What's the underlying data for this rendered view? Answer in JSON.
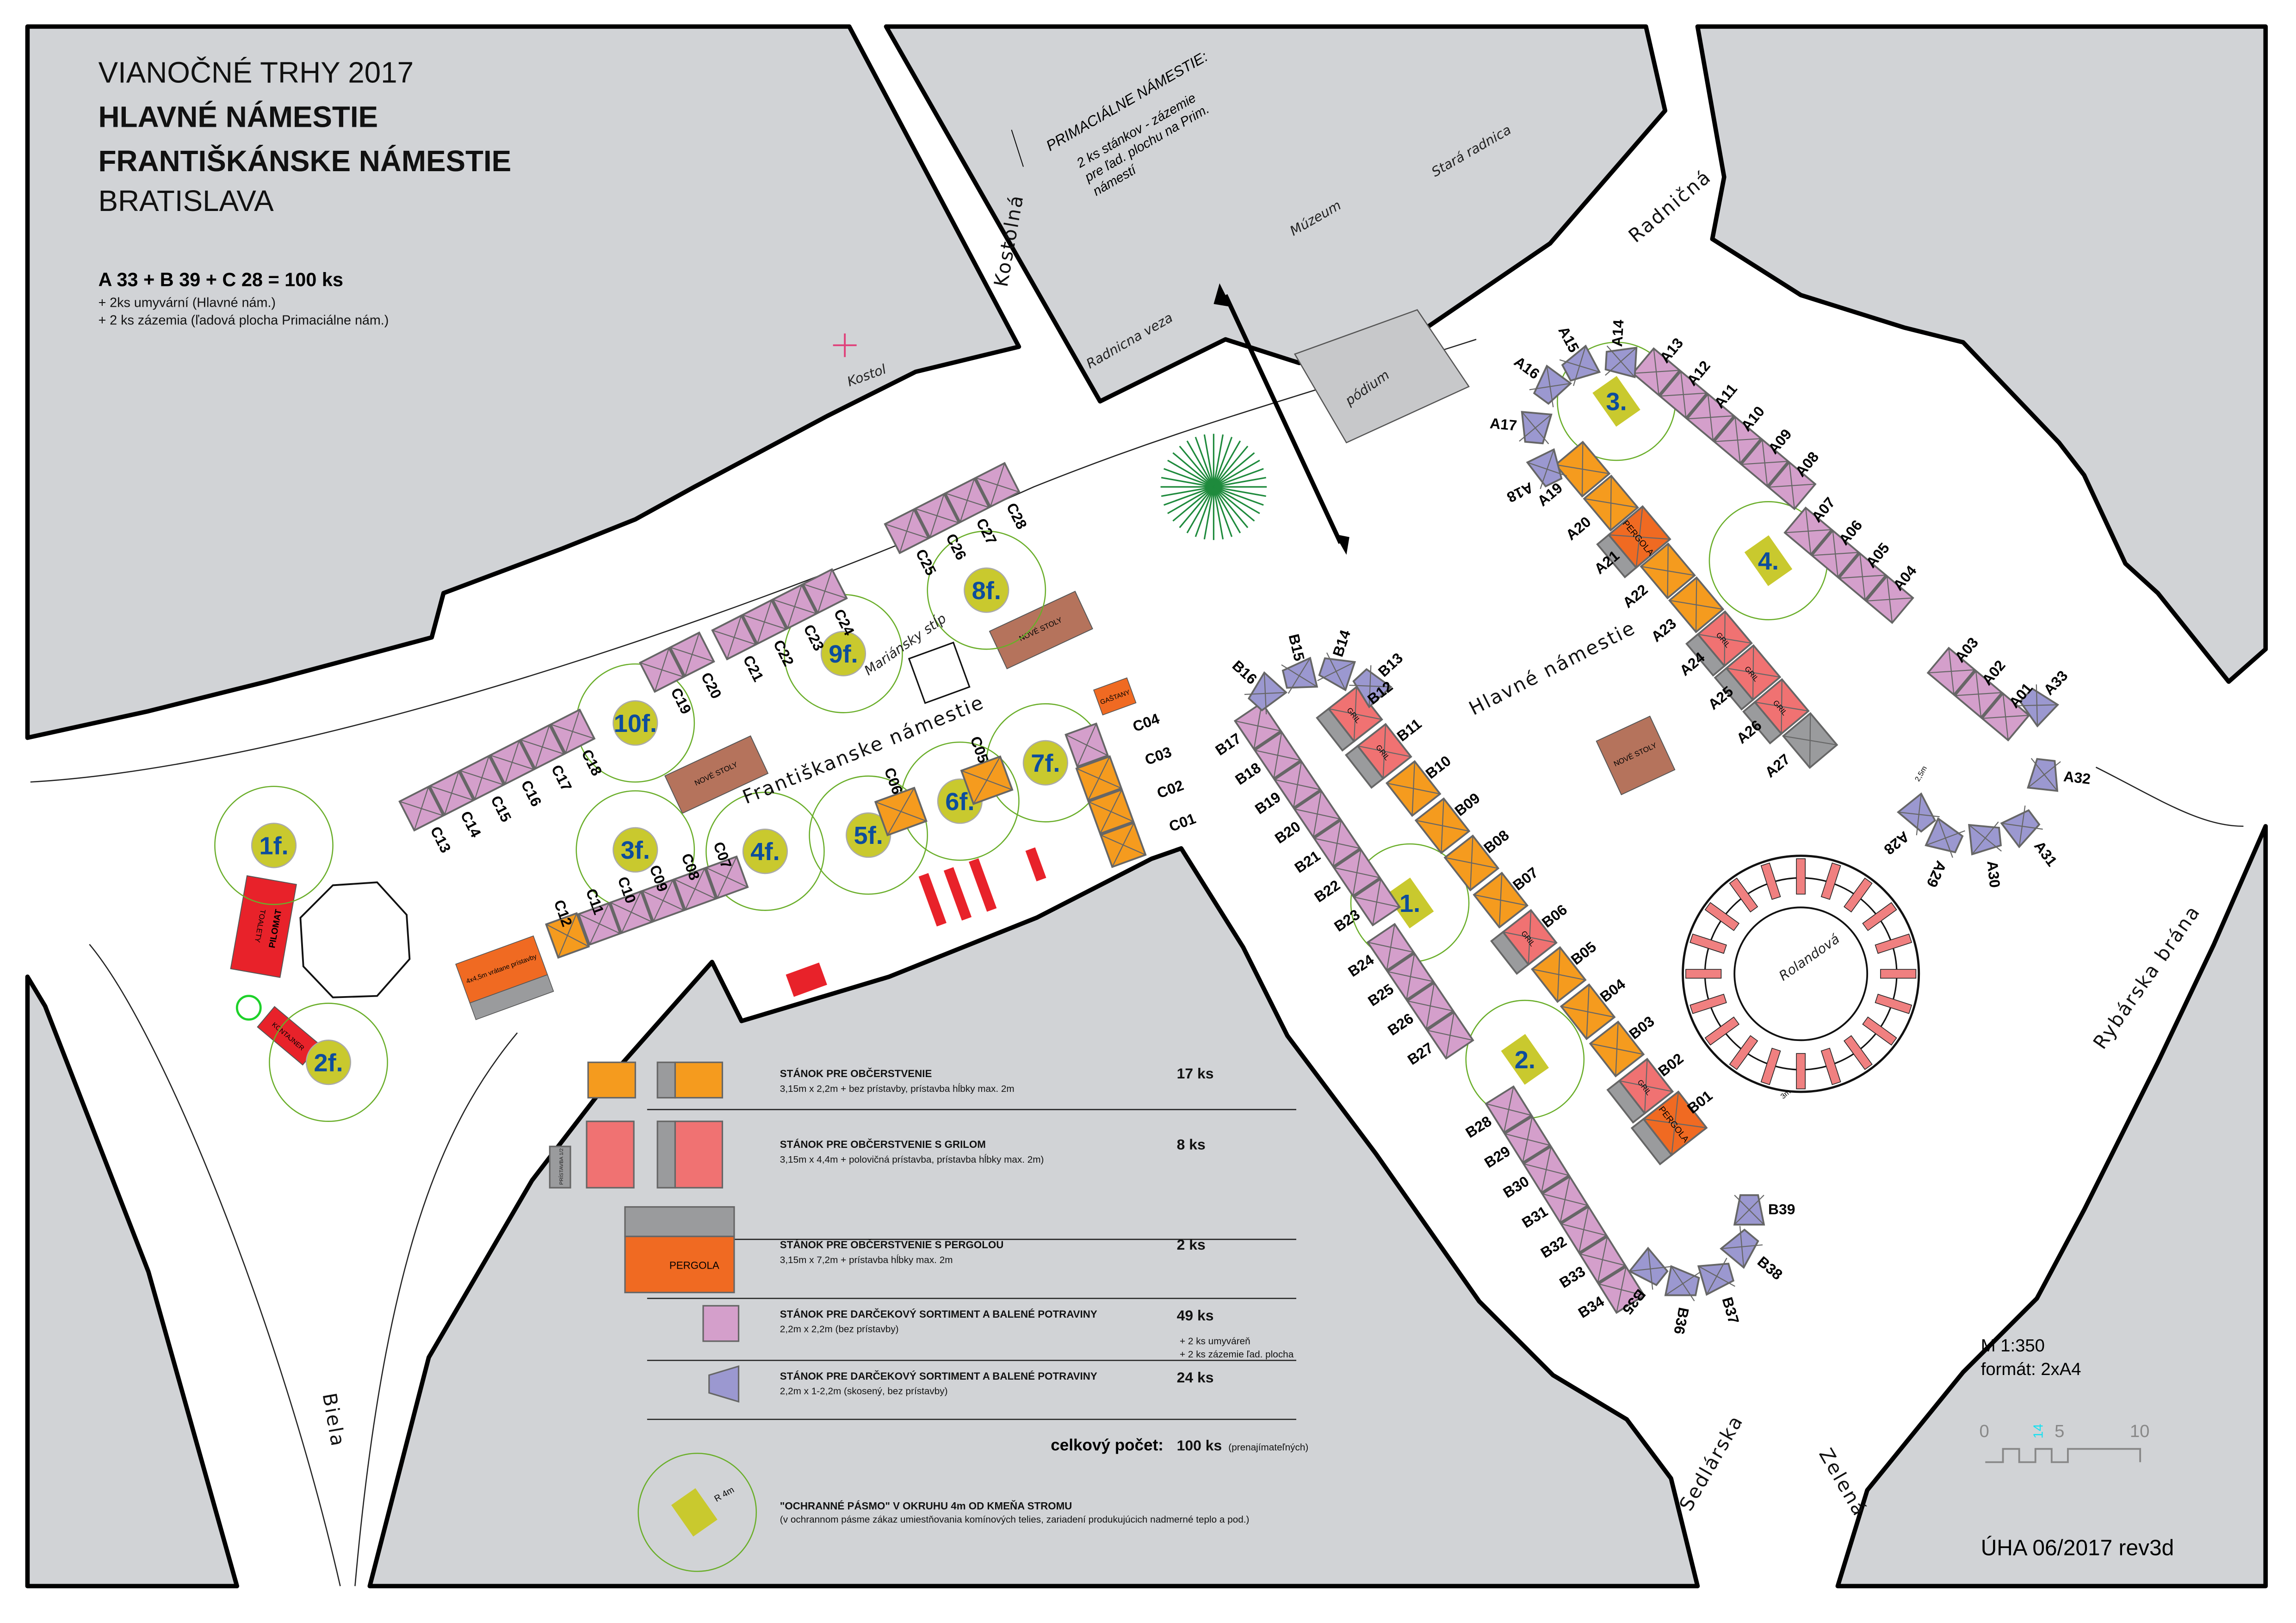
{
  "header": {
    "line1": "VIANOČNÉ TRHY 2017",
    "line2": "HLAVNÉ NÁMESTIE",
    "line3": "FRANTIŠKÁNSKE NÁMESTIE",
    "line4": "BRATISLAVA",
    "total": "A 33 + B 39 + C 28 = 100 ks",
    "note1": "+ 2ks umyvární (Hlavné nám.)",
    "note2": "+ 2 ks zázemia (ľadová plocha Primaciálne nám.)"
  },
  "primacialne": {
    "title": "PRIMACIÁLNE NÁMESTIE:",
    "l1": "2 ks stánkov - zázemie",
    "l2": "pre ľad. plochu na Prim.",
    "l3": "námestí"
  },
  "places": {
    "kostolna": "Kostolná",
    "radnicna": "Radničná",
    "hlavne": "Hlavné námestie",
    "frantiskanske": "Františkanske námestie",
    "biela": "Biela",
    "sedlarska": "Sedlárska",
    "zelena": "Zelená",
    "rybarska": "Rybárska brána",
    "muzeum": "Múzeum",
    "stara_radnica": "Stará radnica",
    "radnicna_veza": "Radnicna veza",
    "kostol": "Kostol",
    "podium": "pódium",
    "rolandova": "Rolandová",
    "mariansky": "Mariánsky stĺp",
    "nove_stoly": "NOVÉ STOLY",
    "toalety": "TOALETY",
    "pilomat": "PILOMAT",
    "kontajner": "KONTAJNER",
    "gastany": "GAŠTANY",
    "stall_45": "4x4,5m vrátane prístavby",
    "pristavba": "PRÍSTAVBA",
    "gril": "GRIL",
    "pergola": "PERGOLA",
    "umyvaren": "UMYVÁREŇ",
    "dist_3m": "3m",
    "dist_25m": "2,5m"
  },
  "stalls": {
    "A_row1": [
      "A13",
      "A12",
      "A11",
      "A10",
      "A09",
      "A08"
    ],
    "A_arc": [
      "A14",
      "A15",
      "A16",
      "A17",
      "A18"
    ],
    "A_main": [
      "A19",
      "A20",
      "A21",
      "A22",
      "A23",
      "A24",
      "A25",
      "A26",
      "A27"
    ],
    "A_row2": [
      "A07",
      "A06",
      "A05",
      "A04"
    ],
    "A_row3": [
      "A03",
      "A02",
      "A01"
    ],
    "A_end": [
      "A33",
      "A32",
      "A31",
      "A30",
      "A29",
      "A28"
    ],
    "B_arc": [
      "B16",
      "B15",
      "B14",
      "B13"
    ],
    "B_main": [
      "B12",
      "B11",
      "B10",
      "B09",
      "B08",
      "B07",
      "B06",
      "B05",
      "B04",
      "B03",
      "B02",
      "B01"
    ],
    "B_row1": [
      "B17",
      "B18",
      "B19",
      "B20",
      "B21",
      "B22",
      "B23"
    ],
    "B_row2": [
      "B24",
      "B25",
      "B26",
      "B27"
    ],
    "B_row3": [
      "B28",
      "B29",
      "B30",
      "B31",
      "B32",
      "B33",
      "B34"
    ],
    "B_end": [
      "B35",
      "B36",
      "B37",
      "B38",
      "B39"
    ],
    "C_row1": [
      "C13",
      "C14",
      "C15",
      "C16",
      "C17",
      "C18"
    ],
    "C_row2": [
      "C19",
      "C20"
    ],
    "C_row3": [
      "C21",
      "C22",
      "C23",
      "C24"
    ],
    "C_row4": [
      "C25",
      "C26",
      "C27",
      "C28"
    ],
    "C_row5": [
      "C12",
      "C11",
      "C10",
      "C09",
      "C08",
      "C07"
    ],
    "C_food": [
      "C06",
      "C05"
    ],
    "C_corner": [
      "C04",
      "C03",
      "C02",
      "C01"
    ]
  },
  "trees": [
    "1f.",
    "2f.",
    "3f.",
    "4f.",
    "5f.",
    "6f.",
    "7f.",
    "8f.",
    "9f.",
    "10f.",
    "1.",
    "2.",
    "3.",
    "4."
  ],
  "legend": {
    "rows": [
      {
        "title": "STÁNOK PRE OBČERSTVENIE",
        "desc": "3,15m x 2,2m + bez prístavby, prístavba hĺbky max. 2m",
        "count": "17 ks"
      },
      {
        "title": "STÁNOK PRE OBČERSTVENIE S GRILOM",
        "desc": "3,15m x 4,4m + polovičná prístavba, prístavba hĺbky max. 2m)",
        "count": "8 ks"
      },
      {
        "title": "STÁNOK PRE OBČERSTVENIE S PERGOLOU",
        "desc": "3,15m x 7,2m + prístavba hĺbky max. 2m",
        "count": "2 ks"
      },
      {
        "title": "STÁNOK PRE DARČEKOVÝ SORTIMENT A BALENÉ POTRAVINY",
        "desc": "2,2m x 2,2m (bez prístavby)",
        "count": "49 ks"
      },
      {
        "title": "STÁNOK PRE DARČEKOVÝ SORTIMENT A BALENÉ POTRAVINY",
        "desc": "2,2m x 1-2,2m (skosený, bez prístavby)",
        "count": "24 ks"
      }
    ],
    "extra1": "+ 2 ks umyváreň",
    "extra2": "+ 2 ks zázemie ľad. plocha",
    "total_label": "celkový počet:",
    "total_value": "100 ks",
    "total_note": "(prenajímateľných)",
    "tree_title": "\"OCHRANNÉ PÁSMO\" V OKRUHU 4m OD KMEŇA STROMU",
    "tree_desc": "(v ochrannom pásme zákaz umiestňovania komínových telies, zariadení produkujúcich nadmerné teplo a pod.)",
    "tree_radius": "R 4m",
    "pristavba_half": "PRÍSTAVBA 1/2"
  },
  "footer": {
    "scale": "M 1:350",
    "format": "formát: 2xA4",
    "scale_ticks": [
      "0",
      "5",
      "10"
    ],
    "scale_marker": "14",
    "revision": "ÚHA 06/2017 rev3d"
  },
  "colors": {
    "gift": "#d49fcb",
    "gift_slanted": "#9b98d0",
    "food": "#f59b1e",
    "grill": "#f07272",
    "pergola": "#f06a22",
    "annex": "#9a9b9d",
    "tree": "#c9c92e",
    "tree_ring": "#6aae2a",
    "building": "#d1d3d6",
    "tables": "#b5735c",
    "red": "#e8222a"
  }
}
